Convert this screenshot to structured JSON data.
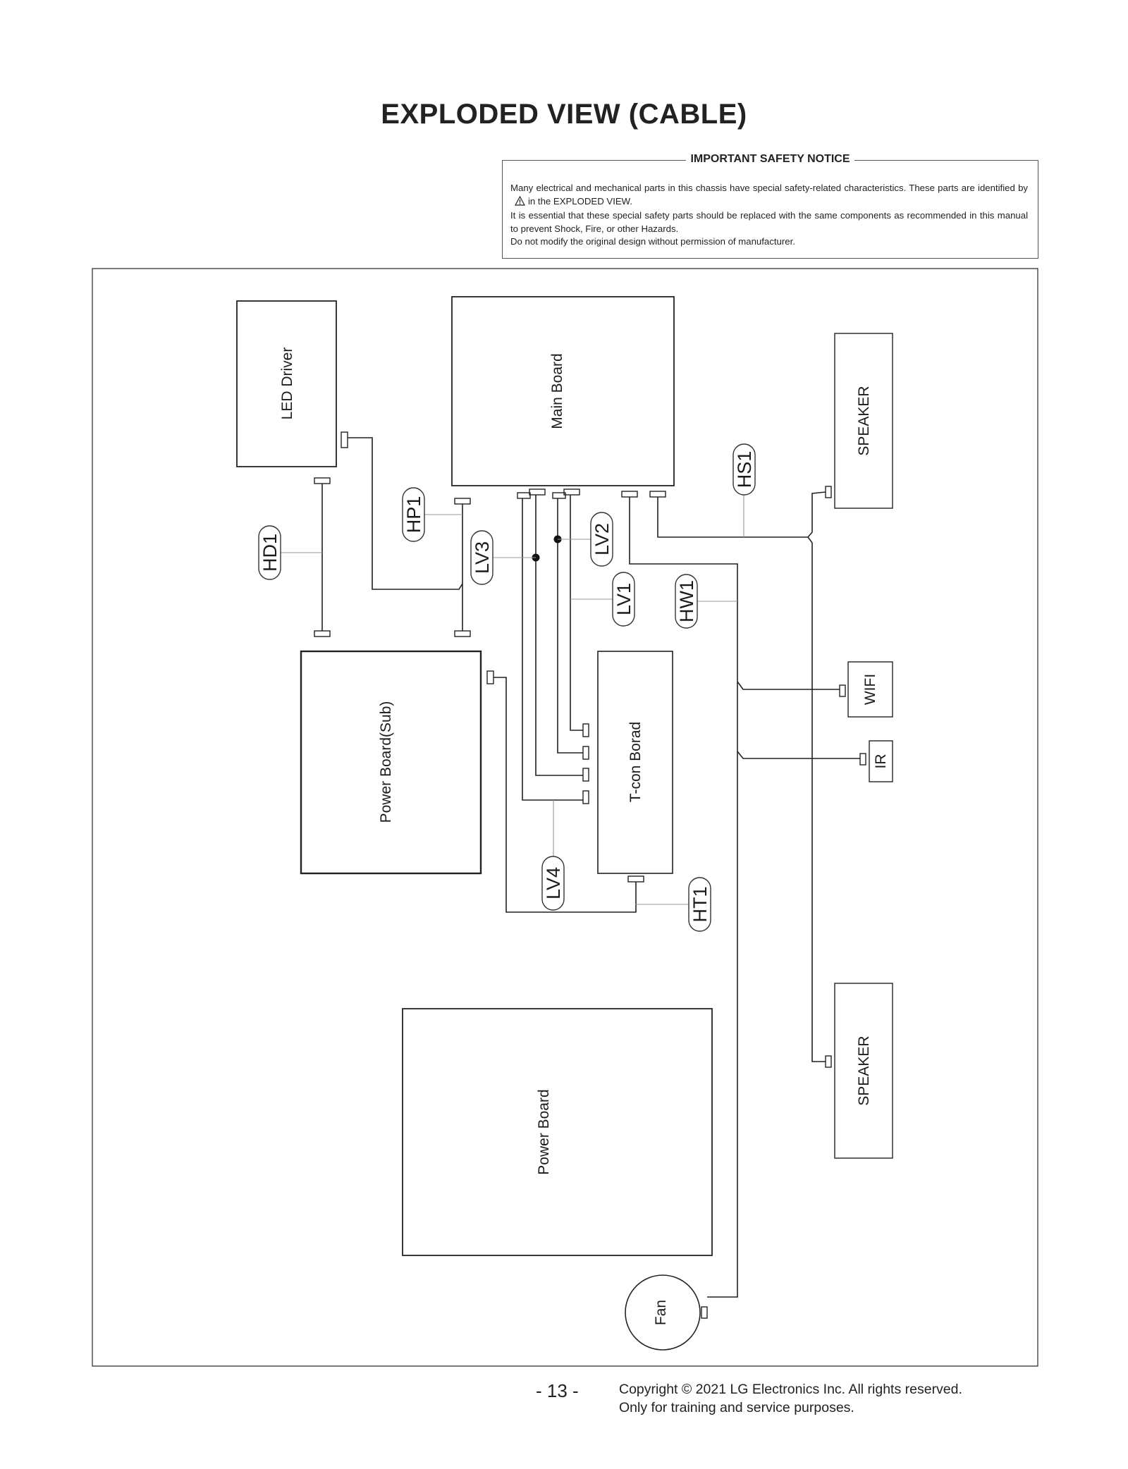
{
  "title": "EXPLODED VIEW (CABLE)",
  "notice": {
    "heading": "IMPORTANT SAFETY NOTICE",
    "line1": "Many electrical and mechanical parts in this chassis have special safety-related characteristics. These parts are identified by",
    "line1_after_icon": "in the EXPLODED VIEW.",
    "line2": "It is essential that these special safety parts should be replaced with the same components as recommended in this manual to prevent Shock, Fire, or other Hazards.",
    "line3": "Do not modify the original design without permission of manufacturer."
  },
  "boards": {
    "led_driver": "LED Driver",
    "main_board": "Main Board",
    "speaker_top": "SPEAKER",
    "power_board_sub": "Power Board(Sub)",
    "tcon_board": "T-con Borad",
    "wifi": "WIFI",
    "ir": "IR",
    "power_board": "Power Board",
    "speaker_bottom": "SPEAKER",
    "fan": "Fan"
  },
  "cables": {
    "hd1": "HD1",
    "hp1": "HP1",
    "lv3": "LV3",
    "lv2": "LV2",
    "lv1": "LV1",
    "hw1": "HW1",
    "hs1": "HS1",
    "lv4": "LV4",
    "ht1": "HT1"
  },
  "footer": {
    "page_number": "- 13 -",
    "copyright": "Copyright © 2021 LG Electronics Inc. All rights reserved.",
    "training": "Only for training and service purposes."
  }
}
